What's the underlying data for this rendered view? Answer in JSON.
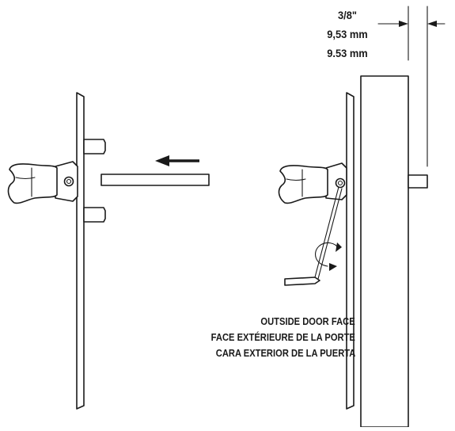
{
  "dimension": {
    "fraction": "3/8\"",
    "metric_comma": "9,53 mm",
    "metric_dot": "9.53 mm"
  },
  "face_label": {
    "english": "OUTSIDE DOOR FACE",
    "french": "FACE EXTÉRIEURE DE LA PORTE",
    "spanish": "CARA EXTERIOR DE LA PUERTA"
  }
}
